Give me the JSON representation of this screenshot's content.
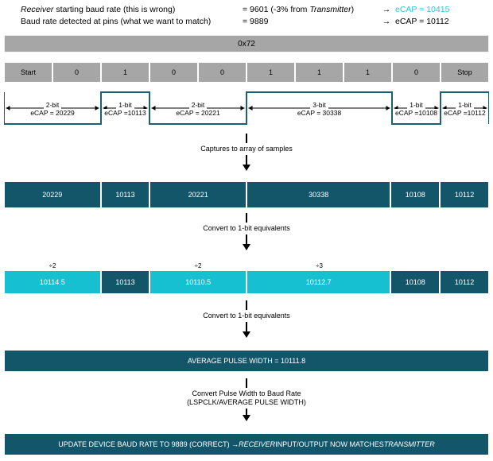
{
  "header": {
    "rows": [
      {
        "desc_pre": "Receiver",
        "desc_post": " starting baud rate (this is wrong)",
        "value_pre": "= 9601 (-3% from ",
        "value_em": "Transmitter",
        "value_post": ")",
        "arrow": "→",
        "ecap": "eCAP = 10415",
        "highlight": "#2ec3d8"
      },
      {
        "desc_pre": "",
        "desc_post": "Baud rate detected at pins (what we want to match)",
        "value_pre": "= 9889",
        "value_em": "",
        "value_post": "",
        "arrow": "→",
        "ecap": "eCAP = 10112",
        "highlight": "#000000"
      }
    ]
  },
  "byte_banner": {
    "label": "0x72"
  },
  "bit_row": {
    "cells": [
      {
        "label": "Start"
      },
      {
        "label": "0"
      },
      {
        "label": "1"
      },
      {
        "label": "0"
      },
      {
        "label": "0"
      },
      {
        "label": "1"
      },
      {
        "label": "1"
      },
      {
        "label": "1"
      },
      {
        "label": "0"
      },
      {
        "label": "Stop"
      }
    ]
  },
  "waveform": {
    "stroke_color": "#1b6173",
    "segments": [
      {
        "bits": 2,
        "level": "low",
        "bit_label": "2-bit",
        "ecap_label": "eCAP = 20229"
      },
      {
        "bits": 1,
        "level": "high",
        "bit_label": "1-bit",
        "ecap_label": "eCAP =10113"
      },
      {
        "bits": 2,
        "level": "low",
        "bit_label": "2-bit",
        "ecap_label": "eCAP = 20221"
      },
      {
        "bits": 3,
        "level": "high",
        "bit_label": "3-bit",
        "ecap_label": "eCAP = 30338"
      },
      {
        "bits": 1,
        "level": "low",
        "bit_label": "1-bit",
        "ecap_label": "eCAP =10108"
      },
      {
        "bits": 1,
        "level": "high",
        "bit_label": "1-bit",
        "ecap_label": "eCAP =10112"
      }
    ]
  },
  "flow_1": {
    "label": "Captures to array of samples"
  },
  "samples_row": {
    "cells": [
      {
        "value": "20229",
        "bits": 2,
        "color": "teal"
      },
      {
        "value": "10113",
        "bits": 1,
        "color": "teal"
      },
      {
        "value": "20221",
        "bits": 2,
        "color": "teal"
      },
      {
        "value": "30338",
        "bits": 3,
        "color": "teal"
      },
      {
        "value": "10108",
        "bits": 1,
        "color": "teal"
      },
      {
        "value": "10112",
        "bits": 1,
        "color": "teal"
      }
    ]
  },
  "flow_2": {
    "label": "Convert to 1-bit equivalents"
  },
  "normalized_row": {
    "cells": [
      {
        "value": "10114.5",
        "bits": 2,
        "color": "cyan",
        "divisor": "÷2"
      },
      {
        "value": "10113",
        "bits": 1,
        "color": "teal",
        "divisor": ""
      },
      {
        "value": "10110.5",
        "bits": 2,
        "color": "cyan",
        "divisor": "÷2"
      },
      {
        "value": "10112.7",
        "bits": 3,
        "color": "cyan",
        "divisor": "÷3"
      },
      {
        "value": "10108",
        "bits": 1,
        "color": "teal",
        "divisor": ""
      },
      {
        "value": "10112",
        "bits": 1,
        "color": "teal",
        "divisor": ""
      }
    ]
  },
  "flow_3": {
    "label": "Convert to 1-bit equivalents"
  },
  "average_bar": {
    "label": "AVERAGE PULSE WIDTH = 10111.8"
  },
  "flow_4": {
    "line1": "Convert Pulse Width to Baud Rate",
    "line2": "(LSPCLK/AVERAGE PULSE WIDTH)"
  },
  "result_bar": {
    "pre": "UPDATE DEVICE BAUD RATE TO 9889 (CORRECT) → ",
    "em1": "RECEIVER",
    "mid": " INPUT/OUTPUT NOW MATCHES ",
    "em2": "TRANSMITTER"
  }
}
